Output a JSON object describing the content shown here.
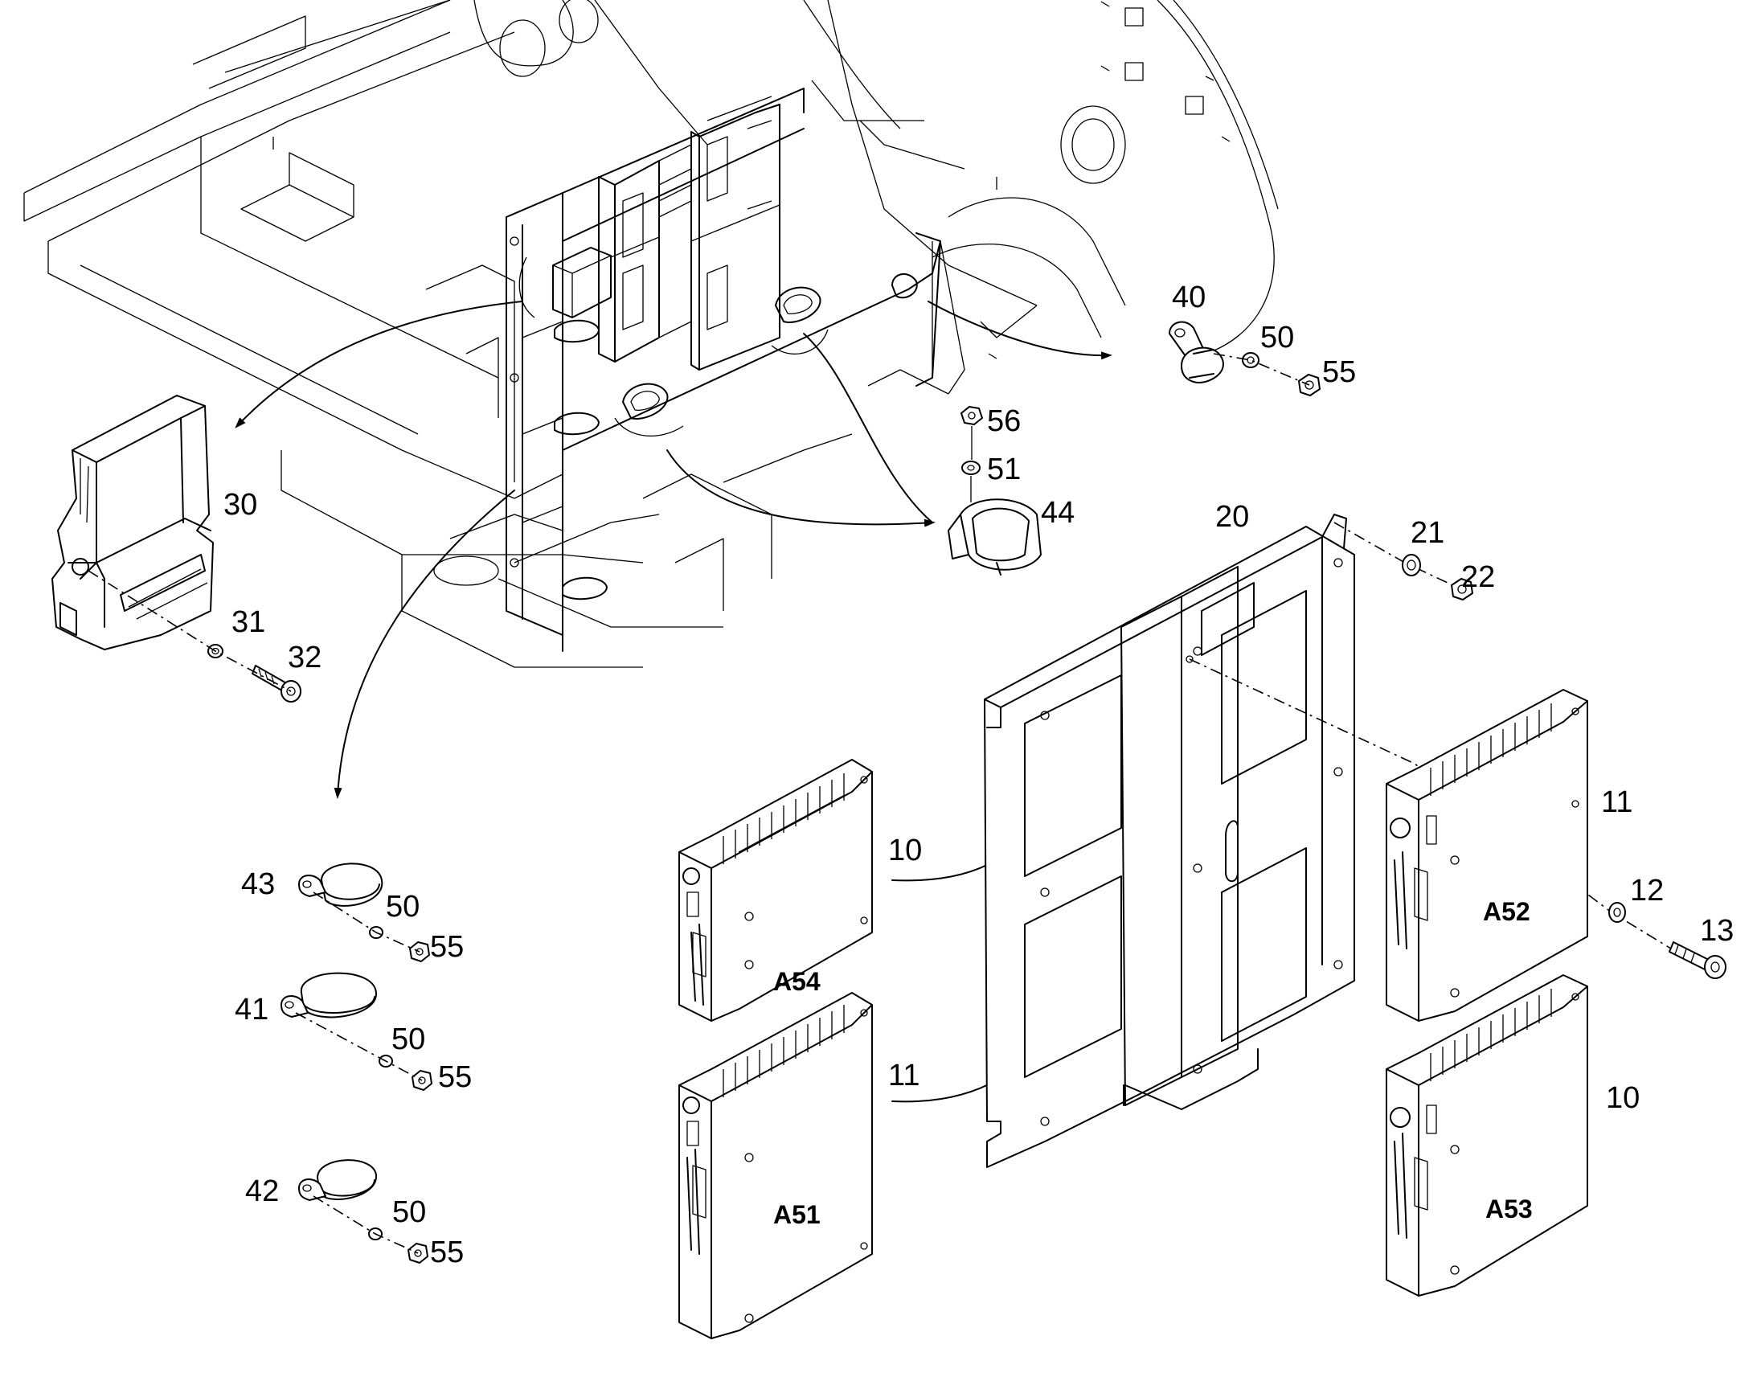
{
  "callouts": [
    {
      "id": "c40",
      "text": "40"
    },
    {
      "id": "c50a",
      "text": "50"
    },
    {
      "id": "c55a",
      "text": "55"
    },
    {
      "id": "c56",
      "text": "56"
    },
    {
      "id": "c51",
      "text": "51"
    },
    {
      "id": "c44",
      "text": "44"
    },
    {
      "id": "c20",
      "text": "20"
    },
    {
      "id": "c21",
      "text": "21"
    },
    {
      "id": "c22",
      "text": "22"
    },
    {
      "id": "c30",
      "text": "30"
    },
    {
      "id": "c31",
      "text": "31"
    },
    {
      "id": "c32",
      "text": "32"
    },
    {
      "id": "c11a",
      "text": "11"
    },
    {
      "id": "c12",
      "text": "12"
    },
    {
      "id": "c13",
      "text": "13"
    },
    {
      "id": "c10a",
      "text": "10"
    },
    {
      "id": "c11b",
      "text": "11"
    },
    {
      "id": "c10b",
      "text": "10"
    },
    {
      "id": "c43",
      "text": "43"
    },
    {
      "id": "c50b",
      "text": "50"
    },
    {
      "id": "c55b",
      "text": "55"
    },
    {
      "id": "c41",
      "text": "41"
    },
    {
      "id": "c50c",
      "text": "50"
    },
    {
      "id": "c55c",
      "text": "55"
    },
    {
      "id": "c42",
      "text": "42"
    },
    {
      "id": "c50d",
      "text": "50"
    },
    {
      "id": "c55d",
      "text": "55"
    }
  ],
  "modules": [
    {
      "id": "a54",
      "text": "A54"
    },
    {
      "id": "a51",
      "text": "A51"
    },
    {
      "id": "a52",
      "text": "A52"
    },
    {
      "id": "a53",
      "text": "A53"
    }
  ]
}
